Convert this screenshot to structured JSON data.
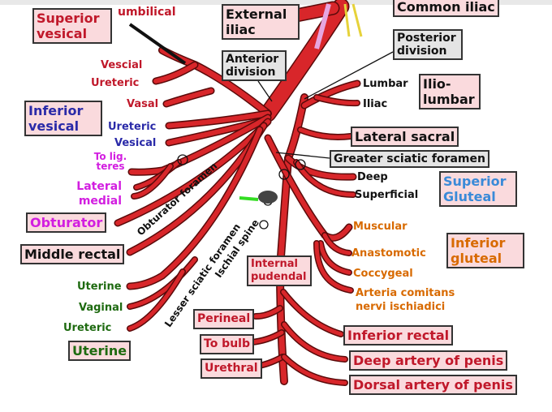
{
  "title_boxes": {
    "superior_vesical": "Superior vesical",
    "external_iliac": "External iliac",
    "common_iliac": "Common iliac",
    "anterior_division": "Anterior division",
    "posterior_division": "Posterior division",
    "inferior_vesical": "Inferior vesical",
    "ilio_lumbar": "Ilio- lumbar",
    "lateral_sacral": "Lateral sacral",
    "greater_sciatic_foramen": "Greater sciatic foramen",
    "superior_gluteal": "Superior Gluteal",
    "obturator": "Obturator",
    "middle_rectal": "Middle rectal",
    "inferior_gluteal": "Inferior gluteal",
    "internal_pudendal": "Internal pudendal",
    "uterine": "Uterine",
    "perineal": "Perineal",
    "to_bulb": "To bulb",
    "urethral": "Urethral",
    "inferior_rectal": "Inferior rectal",
    "deep_artery_of_penis": "Deep artery of penis",
    "dorsal_artery_of_penis": "Dorsal artery of penis"
  },
  "labels": {
    "umbilical": "umbilical",
    "vescial": "Vescial",
    "ureteric_red": "Ureteric",
    "vasal": "Vasal",
    "lumbar": "Lumbar",
    "iliac": "Iliac",
    "ureteric_blue": "Ureteric",
    "vesical_blue": "Vesical",
    "to_lig_teres": "To lig. teres",
    "lateral_medial": "Lateral medial",
    "deep": "Deep",
    "superficial": "Superficial",
    "obturator_foramen": "Obturator foramen",
    "ischial_spine": "Ischial spine",
    "lesser_sciatic_foramen": "Lesser sciatic foramen",
    "muscular": "Muscular",
    "anastomotic": "Anastomotic",
    "coccygeal": "Coccygeal",
    "arteria_comitans": "Arteria comitans nervi ischiadici",
    "uterine_branch": "Uterine",
    "vaginal": "Vaginal",
    "ureteric_green": "Ureteric"
  },
  "colors": {
    "artery": "#d8262a",
    "outline": "#5a0a0a",
    "box_fill": "#fadadd"
  }
}
